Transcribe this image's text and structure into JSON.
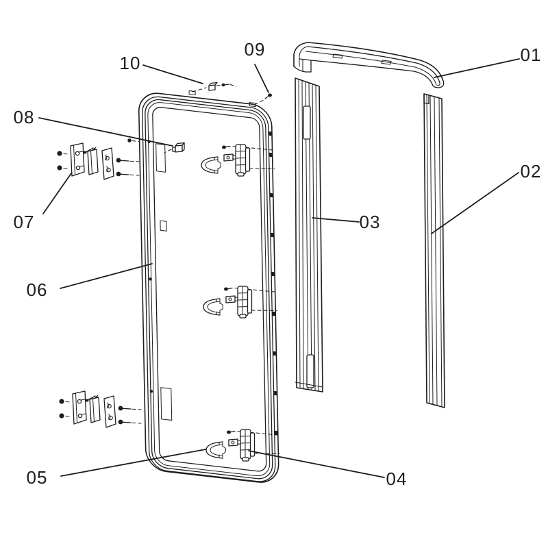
{
  "diagram": {
    "type": "exploded-parts-diagram",
    "background_color": "#ffffff",
    "line_color": "#1d1d1d",
    "callouts": [
      {
        "label": "01"
      },
      {
        "label": "02"
      },
      {
        "label": "03"
      },
      {
        "label": "04"
      },
      {
        "label": "05"
      },
      {
        "label": "06"
      },
      {
        "label": "07"
      },
      {
        "label": "08"
      },
      {
        "label": "09"
      },
      {
        "label": "10"
      }
    ]
  }
}
